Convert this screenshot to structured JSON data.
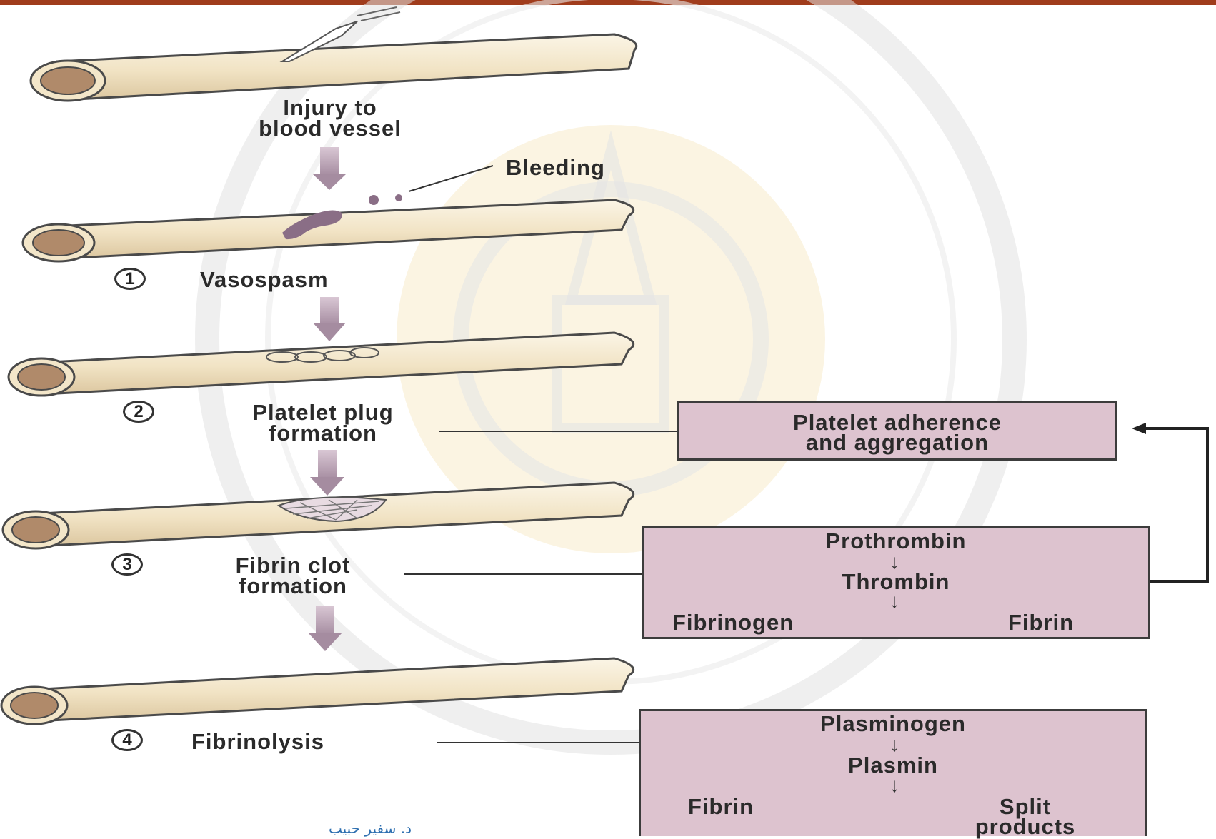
{
  "colors": {
    "top_bar": "#a03c1c",
    "vessel_fill": "#f3e6c9",
    "vessel_lumen": "#b08a6a",
    "box_fill": "#ddc3cf",
    "blood": "#8a6e86",
    "arrow": "#b59cb0"
  },
  "steps": {
    "injury": {
      "line1": "Injury to",
      "line2": "blood vessel"
    },
    "bleeding": "Bleeding",
    "s1": {
      "num": "1",
      "label": "Vasospasm"
    },
    "s2": {
      "num": "2",
      "line1": "Platelet plug",
      "line2": "formation"
    },
    "s3": {
      "num": "3",
      "line1": "Fibrin clot",
      "line2": "formation"
    },
    "s4": {
      "num": "4",
      "label": "Fibrinolysis"
    }
  },
  "boxes": {
    "platelet": {
      "line1": "Platelet adherence",
      "line2": "and aggregation"
    },
    "coag": {
      "a": "Prothrombin",
      "b": "Thrombin",
      "c_left": "Fibrinogen",
      "c_right": "Fibrin"
    },
    "lysis": {
      "a": "Plasminogen",
      "b": "Plasmin",
      "c_left": "Fibrin",
      "c_right1": "Split",
      "c_right2": "products"
    }
  },
  "icons": {
    "down_arrow": "arrow-down-icon",
    "right_arrow": "arrow-right-icon"
  },
  "author": "د. سفير حبيب"
}
